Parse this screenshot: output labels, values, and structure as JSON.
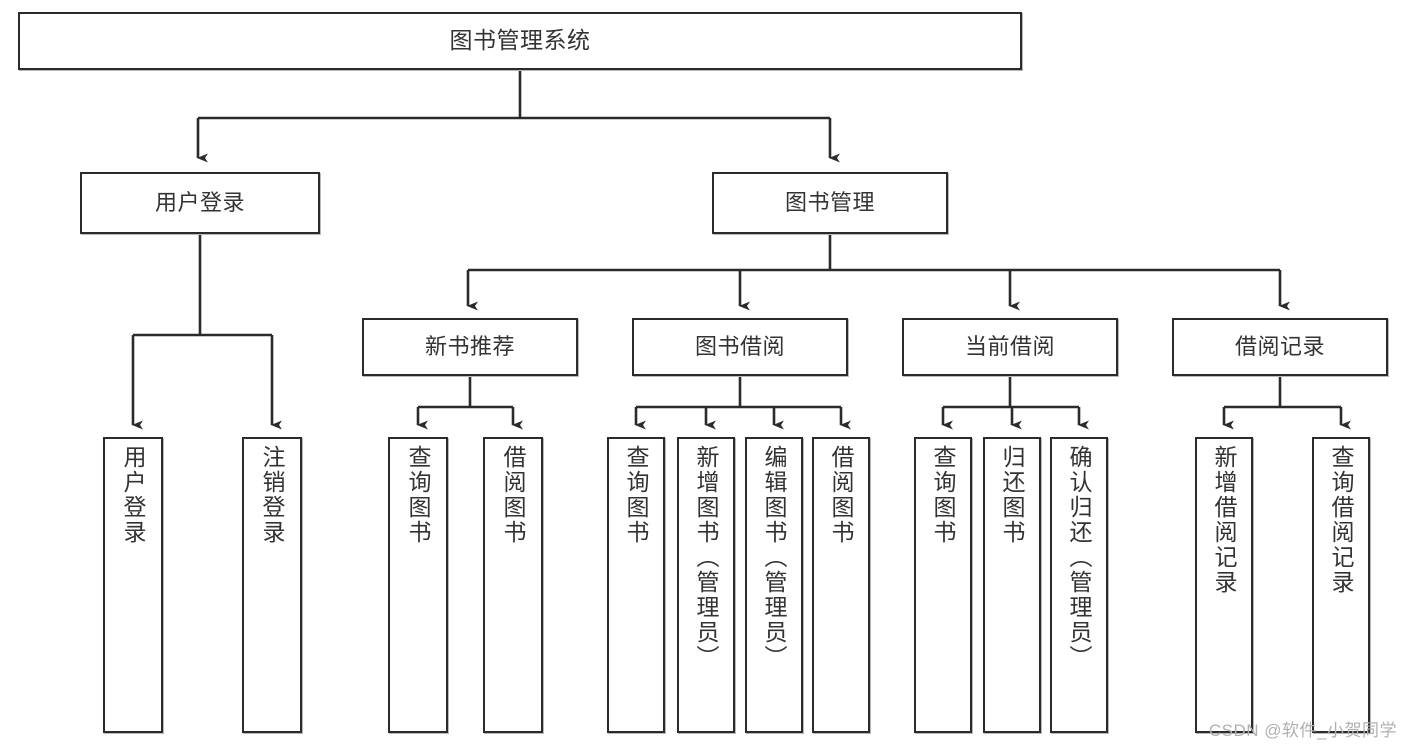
{
  "diagram": {
    "title": "图书管理系统",
    "type": "tree-hierarchy-chart",
    "watermark": "CSDN @软件_小贺同学",
    "colors": {
      "box_border": "#2b2b2b",
      "box_fill": "#ffffff",
      "connector": "#2b2b2b",
      "text": "#333333",
      "watermark": "#b0b0b0"
    },
    "root": {
      "label": "图书管理系统"
    },
    "level2": [
      {
        "label": "用户登录"
      },
      {
        "label": "图书管理"
      }
    ],
    "level3": [
      {
        "label": "新书推荐"
      },
      {
        "label": "图书借阅"
      },
      {
        "label": "当前借阅"
      },
      {
        "label": "借阅记录"
      }
    ],
    "leaves": {
      "user_login": [
        {
          "label": "用户登录"
        },
        {
          "label": "注销登录"
        }
      ],
      "new_book_recommend": [
        {
          "label": "查询图书"
        },
        {
          "label": "借阅图书"
        }
      ],
      "book_borrow": [
        {
          "label": "查询图书"
        },
        {
          "label": "新增图书（管理员）"
        },
        {
          "label": "编辑图书（管理员）"
        },
        {
          "label": "借阅图书"
        }
      ],
      "current_borrow": [
        {
          "label": "查询图书"
        },
        {
          "label": "归还图书"
        },
        {
          "label": "确认归还（管理员）"
        }
      ],
      "borrow_record": [
        {
          "label": "新增借阅记录"
        },
        {
          "label": "查询借阅记录"
        }
      ]
    }
  }
}
